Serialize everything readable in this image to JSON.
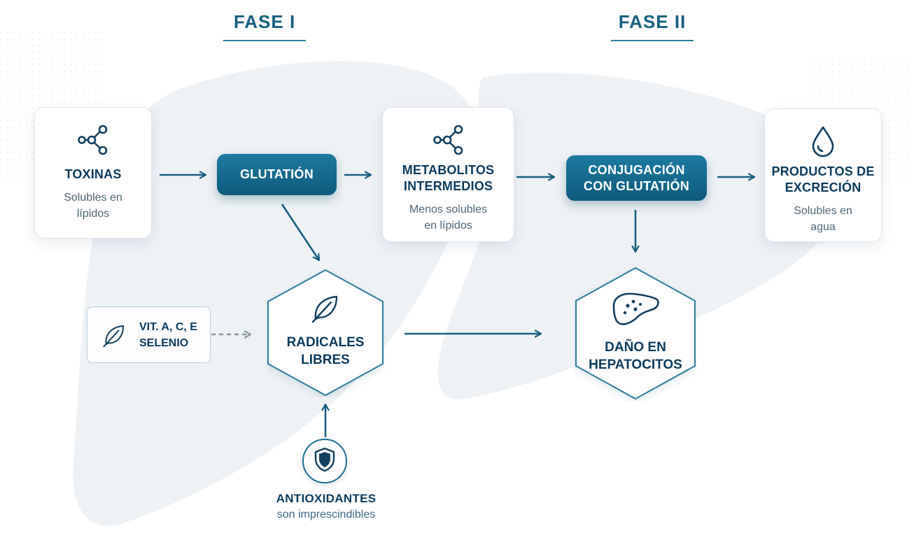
{
  "phases": {
    "phase_1": "FASE I",
    "phase_2": "FASE II"
  },
  "nodes": {
    "toxinas": {
      "title": "TOXINAS",
      "subtitle_1": "Solubles en",
      "subtitle_2": "lípidos",
      "icon": "molecule-icon"
    },
    "glutation": {
      "title": "GLUTATIÓN"
    },
    "metabolitos": {
      "title_1": "METABOLITOS",
      "title_2": "INTERMEDIOS",
      "subtitle_1": "Menos solubles",
      "subtitle_2": "en lípidos",
      "icon": "molecule-icon"
    },
    "conjugacion": {
      "title_1": "CONJUGACIÓN",
      "title_2": "CON GLUTATIÓN"
    },
    "productos": {
      "title_1": "PRODUCTOS DE",
      "title_2": "EXCRECIÓN",
      "subtitle_1": "Solubles en",
      "subtitle_2": "agua",
      "icon": "water-drop-icon"
    },
    "radicales": {
      "title_1": "RADICALES",
      "title_2": "LIBRES",
      "icon": "leaf-icon"
    },
    "dano": {
      "title_1": "DAÑO EN",
      "title_2": "HEPATOCITOS",
      "icon": "liver-icon"
    },
    "vitaminas": {
      "title_1": "VIT. A, C, E",
      "title_2": "SELENIO",
      "icon": "leaf-icon"
    },
    "antioxidantes": {
      "title": "ANTIOXIDANTES",
      "subtitle": "son imprescindibles",
      "icon": "shield-icon"
    }
  },
  "edges": [
    {
      "from": "toxinas",
      "to": "glutation",
      "style": "solid"
    },
    {
      "from": "glutation",
      "to": "metabolitos",
      "style": "solid"
    },
    {
      "from": "glutation",
      "to": "radicales",
      "style": "solid"
    },
    {
      "from": "metabolitos",
      "to": "conjugacion",
      "style": "solid"
    },
    {
      "from": "conjugacion",
      "to": "productos",
      "style": "solid"
    },
    {
      "from": "conjugacion",
      "to": "dano",
      "style": "solid"
    },
    {
      "from": "radicales",
      "to": "dano",
      "style": "solid"
    },
    {
      "from": "vitaminas",
      "to": "radicales",
      "style": "dashed"
    },
    {
      "from": "antioxidantes",
      "to": "radicales",
      "style": "solid"
    }
  ],
  "colors": {
    "primary": "#0e5a7c",
    "accent": "#1d7aa0",
    "text_dark": "#0d3b5c",
    "liver_silhouette": "#eef2f5"
  }
}
